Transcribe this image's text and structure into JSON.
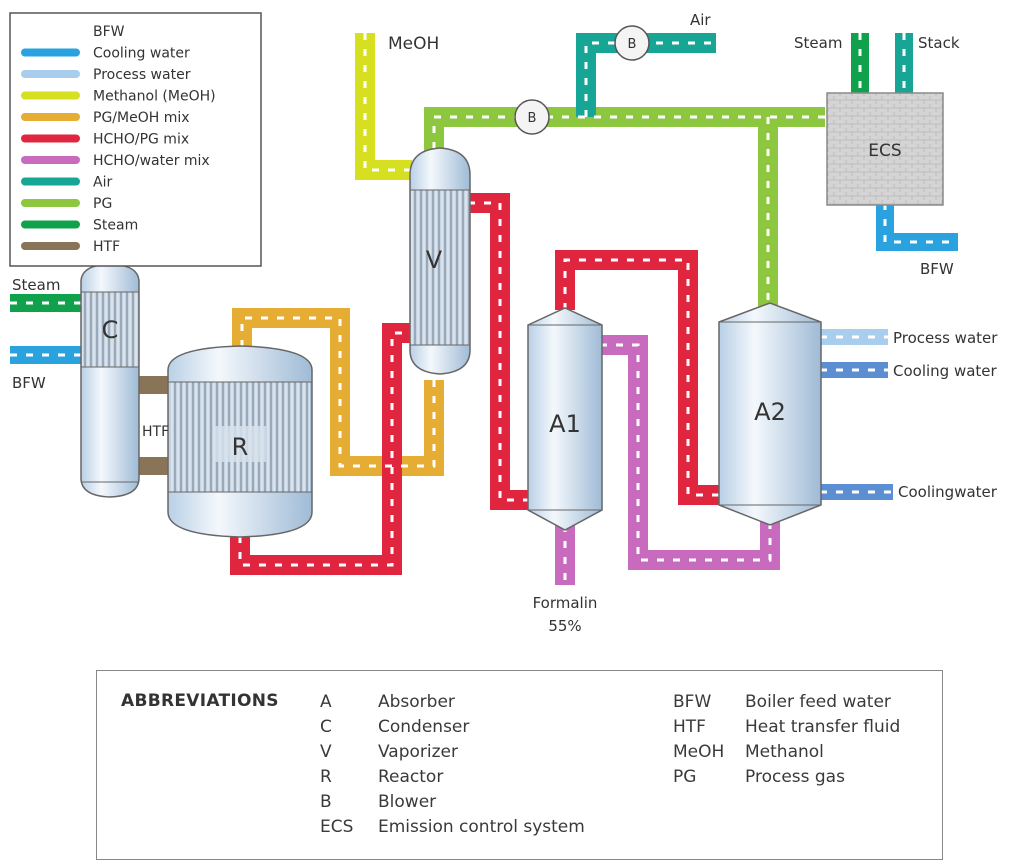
{
  "legend": {
    "items": [
      {
        "label": "BFW",
        "color": null
      },
      {
        "label": "Cooling water",
        "color": "#2aa2e0"
      },
      {
        "label": "Process water",
        "color": "#a9cdec"
      },
      {
        "label": "Methanol (MeOH)",
        "color": "#d6df20"
      },
      {
        "label": "PG/MeOH mix",
        "color": "#e6ad35"
      },
      {
        "label": "HCHO/PG mix",
        "color": "#e0263f"
      },
      {
        "label": "HCHO/water mix",
        "color": "#c86bbe"
      },
      {
        "label": "Air",
        "color": "#17a595"
      },
      {
        "label": "PG",
        "color": "#8dc63f"
      },
      {
        "label": "Steam",
        "color": "#10a14d"
      },
      {
        "label": "HTF",
        "color": "#8a7458"
      }
    ]
  },
  "units": {
    "condenser": "C",
    "reactor": "R",
    "vaporizer": "V",
    "absorber1": "A1",
    "absorber2": "A2",
    "ecs": "ECS",
    "blower": "B"
  },
  "streams": {
    "meoh": "MeOH",
    "air": "Air",
    "steam_ecs": "Steam",
    "stack": "Stack",
    "bfw_ecs": "BFW",
    "steam_c": "Steam",
    "bfw_c": "BFW",
    "htf": "HTF",
    "process_water": "Process water",
    "cooling_water": "Cooling water",
    "coolingwater2": "Coolingwater",
    "formalin_1": "Formalin",
    "formalin_2": "55%"
  },
  "abbreviations": {
    "title": "ABBREVIATIONS",
    "left": [
      {
        "key": "A",
        "value": "Absorber"
      },
      {
        "key": "C",
        "value": "Condenser"
      },
      {
        "key": "V",
        "value": "Vaporizer"
      },
      {
        "key": "R",
        "value": "Reactor"
      },
      {
        "key": "B",
        "value": "Blower"
      },
      {
        "key": "ECS",
        "value": "Emission control system"
      }
    ],
    "right": [
      {
        "key": "BFW",
        "value": "Boiler feed water"
      },
      {
        "key": "HTF",
        "value": "Heat transfer fluid"
      },
      {
        "key": "MeOH",
        "value": "Methanol"
      },
      {
        "key": "PG",
        "value": "Process gas"
      }
    ]
  },
  "colors": {
    "cooling_water": "#2aa2e0",
    "process_water": "#a9cdec",
    "methanol": "#d6df20",
    "pg_meoh": "#e6ad35",
    "hcho_pg": "#e0263f",
    "hcho_water": "#c86bbe",
    "air": "#17a595",
    "pg": "#8dc63f",
    "steam": "#10a14d",
    "htf": "#8a7458"
  }
}
